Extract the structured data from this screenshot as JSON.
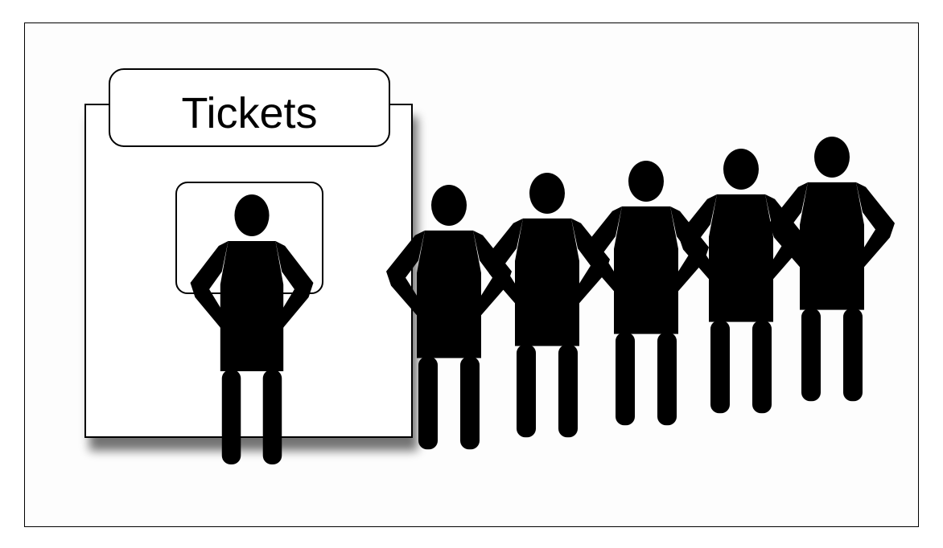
{
  "booth": {
    "sign_label": "Tickets"
  },
  "figures": {
    "clerk": [
      "clerk"
    ],
    "queue": [
      "person-1",
      "person-2",
      "person-3",
      "person-4",
      "person-5"
    ]
  }
}
